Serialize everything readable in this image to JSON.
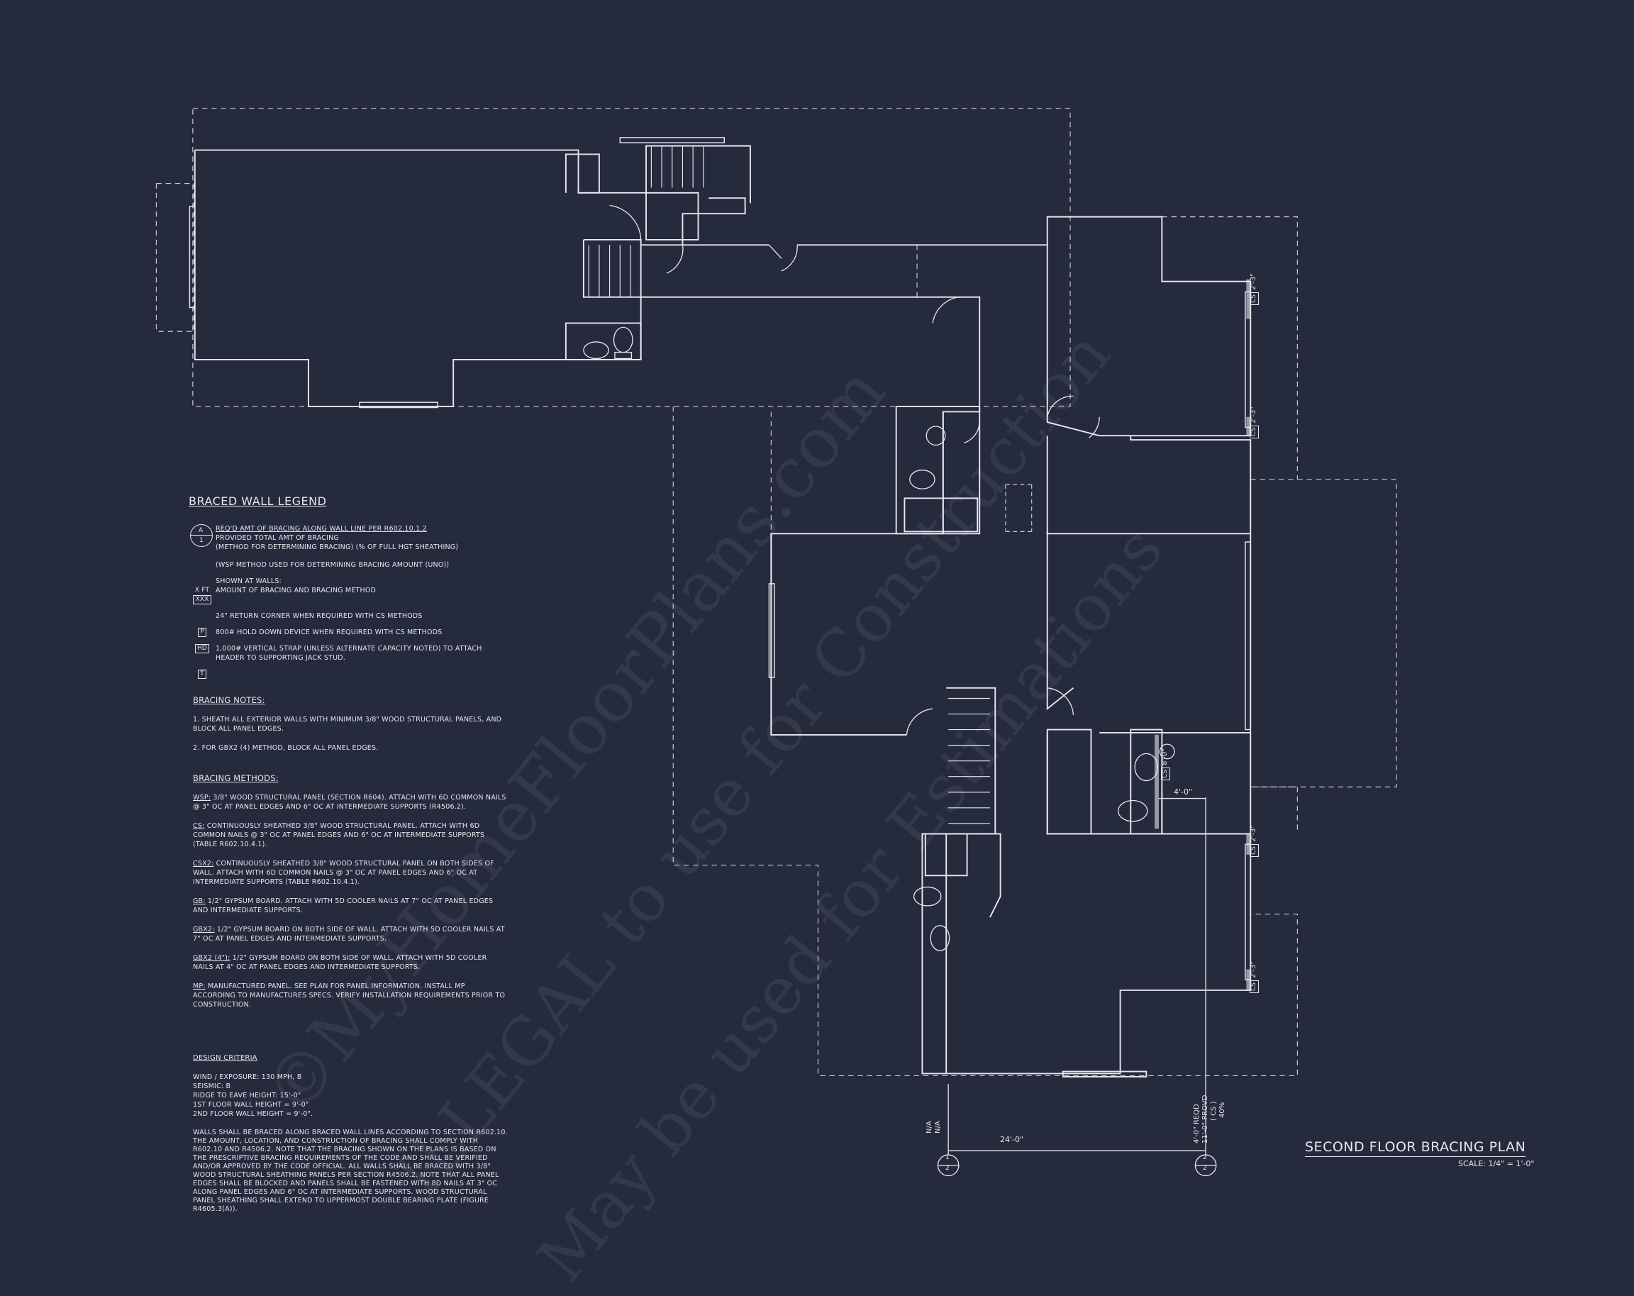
{
  "watermarks": [
    "©MyHomeFloorPlans.com",
    "ILLEGAL to use for Construction",
    "May be used for Estimations"
  ],
  "legend": {
    "title": "BRACED WALL LEGEND",
    "circle_top": "A",
    "circle_bottom": "1",
    "line1": "REQ'D AMT OF BRACING ALONG WALL LINE PER R602.10.1.2",
    "line2": "PROVIDED TOTAL AMT OF BRACING",
    "line3": "(METHOD FOR DETERMINING BRACING) (% OF FULL HGT SHEATHING)",
    "line4": "(WSP METHOD USED FOR DETERMINING BRACING AMOUNT (UNO))",
    "shown_at_walls": "SHOWN AT WALLS:",
    "xft": "X FT",
    "xxx": "XXX",
    "amount": "AMOUNT OF BRACING AND BRACING METHOD",
    "return_corner": "24\" RETURN CORNER WHEN REQUIRED WITH CS METHODS",
    "p": "P",
    "hold_down": "800# HOLD DOWN DEVICE WHEN REQUIRED WITH CS METHODS",
    "hd": "HD",
    "strap": "1,000# VERTICAL STRAP (UNLESS ALTERNATE CAPACITY NOTED) TO ATTACH HEADER TO SUPPORTING JACK STUD.",
    "t": "T"
  },
  "bracing_notes": {
    "title": "BRACING NOTES:",
    "items": [
      "1. SHEATH ALL EXTERIOR WALLS WITH MINIMUM 3/8\" WOOD STRUCTURAL PANELS, AND BLOCK ALL PANEL EDGES.",
      "2. FOR GBx2 (4) METHOD, BLOCK ALL PANEL EDGES."
    ]
  },
  "bracing_methods": {
    "title": "BRACING METHODS:",
    "items": [
      {
        "code": "WSP:",
        "text": "3/8\" WOOD STRUCTURAL PANEL (SECTION R604). ATTACH WITH 6d COMMON NAILS @ 3\" OC AT PANEL EDGES AND 6\" OC AT INTERMEDIATE SUPPORTS (R4506.2)."
      },
      {
        "code": "CS:",
        "text": "CONTINUOUSLY SHEATHED 3/8\" WOOD STRUCTURAL PANEL. ATTACH WITH 6d COMMON NAILS @ 3\" OC AT PANEL EDGES AND 6\" OC AT INTERMEDIATE SUPPORTS (TABLE R602.10.4.1)."
      },
      {
        "code": "CSx2:",
        "text": "CONTINUOUSLY SHEATHED 3/8\" WOOD STRUCTURAL PANEL ON BOTH SIDES OF WALL. ATTACH WITH 6d COMMON NAILS @ 3\" OC AT PANEL EDGES AND 6\" OC AT INTERMEDIATE SUPPORTS (TABLE R602.10.4.1)."
      },
      {
        "code": "GB:",
        "text": "1/2\" GYPSUM BOARD. ATTACH WITH 5d COOLER NAILS AT 7\" OC AT PANEL EDGES AND INTERMEDIATE SUPPORTS."
      },
      {
        "code": "GBx2:",
        "text": "1/2\" GYPSUM BOARD ON BOTH SIDE OF WALL. ATTACH WITH 5d COOLER NAILS AT 7\" OC AT PANEL EDGES AND INTERMEDIATE SUPPORTS."
      },
      {
        "code": "GBx2 (4\"):",
        "text": "1/2\" GYPSUM BOARD ON BOTH SIDE OF WALL. ATTACH WITH 5d COOLER NAILS AT 4\" OC AT PANEL EDGES AND INTERMEDIATE SUPPORTS."
      },
      {
        "code": "MP:",
        "text": "MANUFACTURED PANEL. SEE PLAN FOR PANEL INFORMATION. INSTALL MP ACCORDING TO MANUFACTURES SPECS. VERIFY INSTALLATION REQUIREMENTS PRIOR TO CONSTRUCTION."
      }
    ]
  },
  "design_criteria": {
    "title": "DESIGN CRITERIA",
    "lines": [
      "WIND / EXPOSURE:  130 MPH, B",
      "SEISMIC:  B",
      "RIDGE TO EAVE HEIGHT: 15'-0\"",
      "1ST FLOOR WALL HEIGHT = 9'-0\"",
      "2ND FLOOR WALL HEIGHT = 9'-0\"."
    ],
    "paragraph": "WALLS SHALL BE BRACED ALONG BRACED WALL LINES ACCORDING TO SECTION R602.10. THE AMOUNT, LOCATION, AND CONSTRUCTION OF BRACING SHALL COMPLY WITH R602.10 AND R4506.2. NOTE THAT THE BRACING SHOWN ON THE PLANS IS BASED ON THE PRESCRIPTIVE BRACING REQUIREMENTS OF THE CODE AND SHALL BE VERIFIED AND/OR APPROVED BY THE CODE OFFICIAL. ALL WALLS SHALL BE BRACED WITH 3/8\" WOOD STRUCTURAL SHEATHING PANELS PER SECTION R4506.2. NOTE THAT ALL PANEL EDGES SHALL BE BLOCKED AND PANELS SHALL BE FASTENED WITH 8d NAILS AT 3\" OC ALONG PANEL EDGES AND 6\" OC AT INTERMEDIATE SUPPORTS. WOOD STRUCTURAL PANEL SHEATHING SHALL EXTEND TO UPPERMOST DOUBLE BEARING PLATE (FIGURE R4605.3(A))."
  },
  "plan": {
    "title": "SECOND FLOOR BRACING PLAN",
    "scale": "SCALE: 1/4\" = 1'-0\"",
    "wall_tags": [
      {
        "method": "CS",
        "length": "2'-3\""
      },
      {
        "method": "CS",
        "length": "2'-3\""
      },
      {
        "method": "CS",
        "length": "8'-0\""
      },
      {
        "method": "CS",
        "length": "2'-3\""
      },
      {
        "method": "CS",
        "length": "2'-3\""
      }
    ],
    "dim_4ft": "4'-0\"",
    "dim_24ft": "24'-0\"",
    "line1": {
      "reqd": "N/A",
      "provd": "N/A",
      "top": "1",
      "bottom": "2"
    },
    "line2": {
      "reqd": "4'-0\" REQD",
      "provd": "11'-0\" PROVD",
      "method": "( CS )",
      "pct": "40%",
      "top": "2",
      "bottom": "2"
    }
  },
  "colors": {
    "background": "#252a3c",
    "line": "#e6e8ee",
    "dash": "#c9ccd6"
  }
}
